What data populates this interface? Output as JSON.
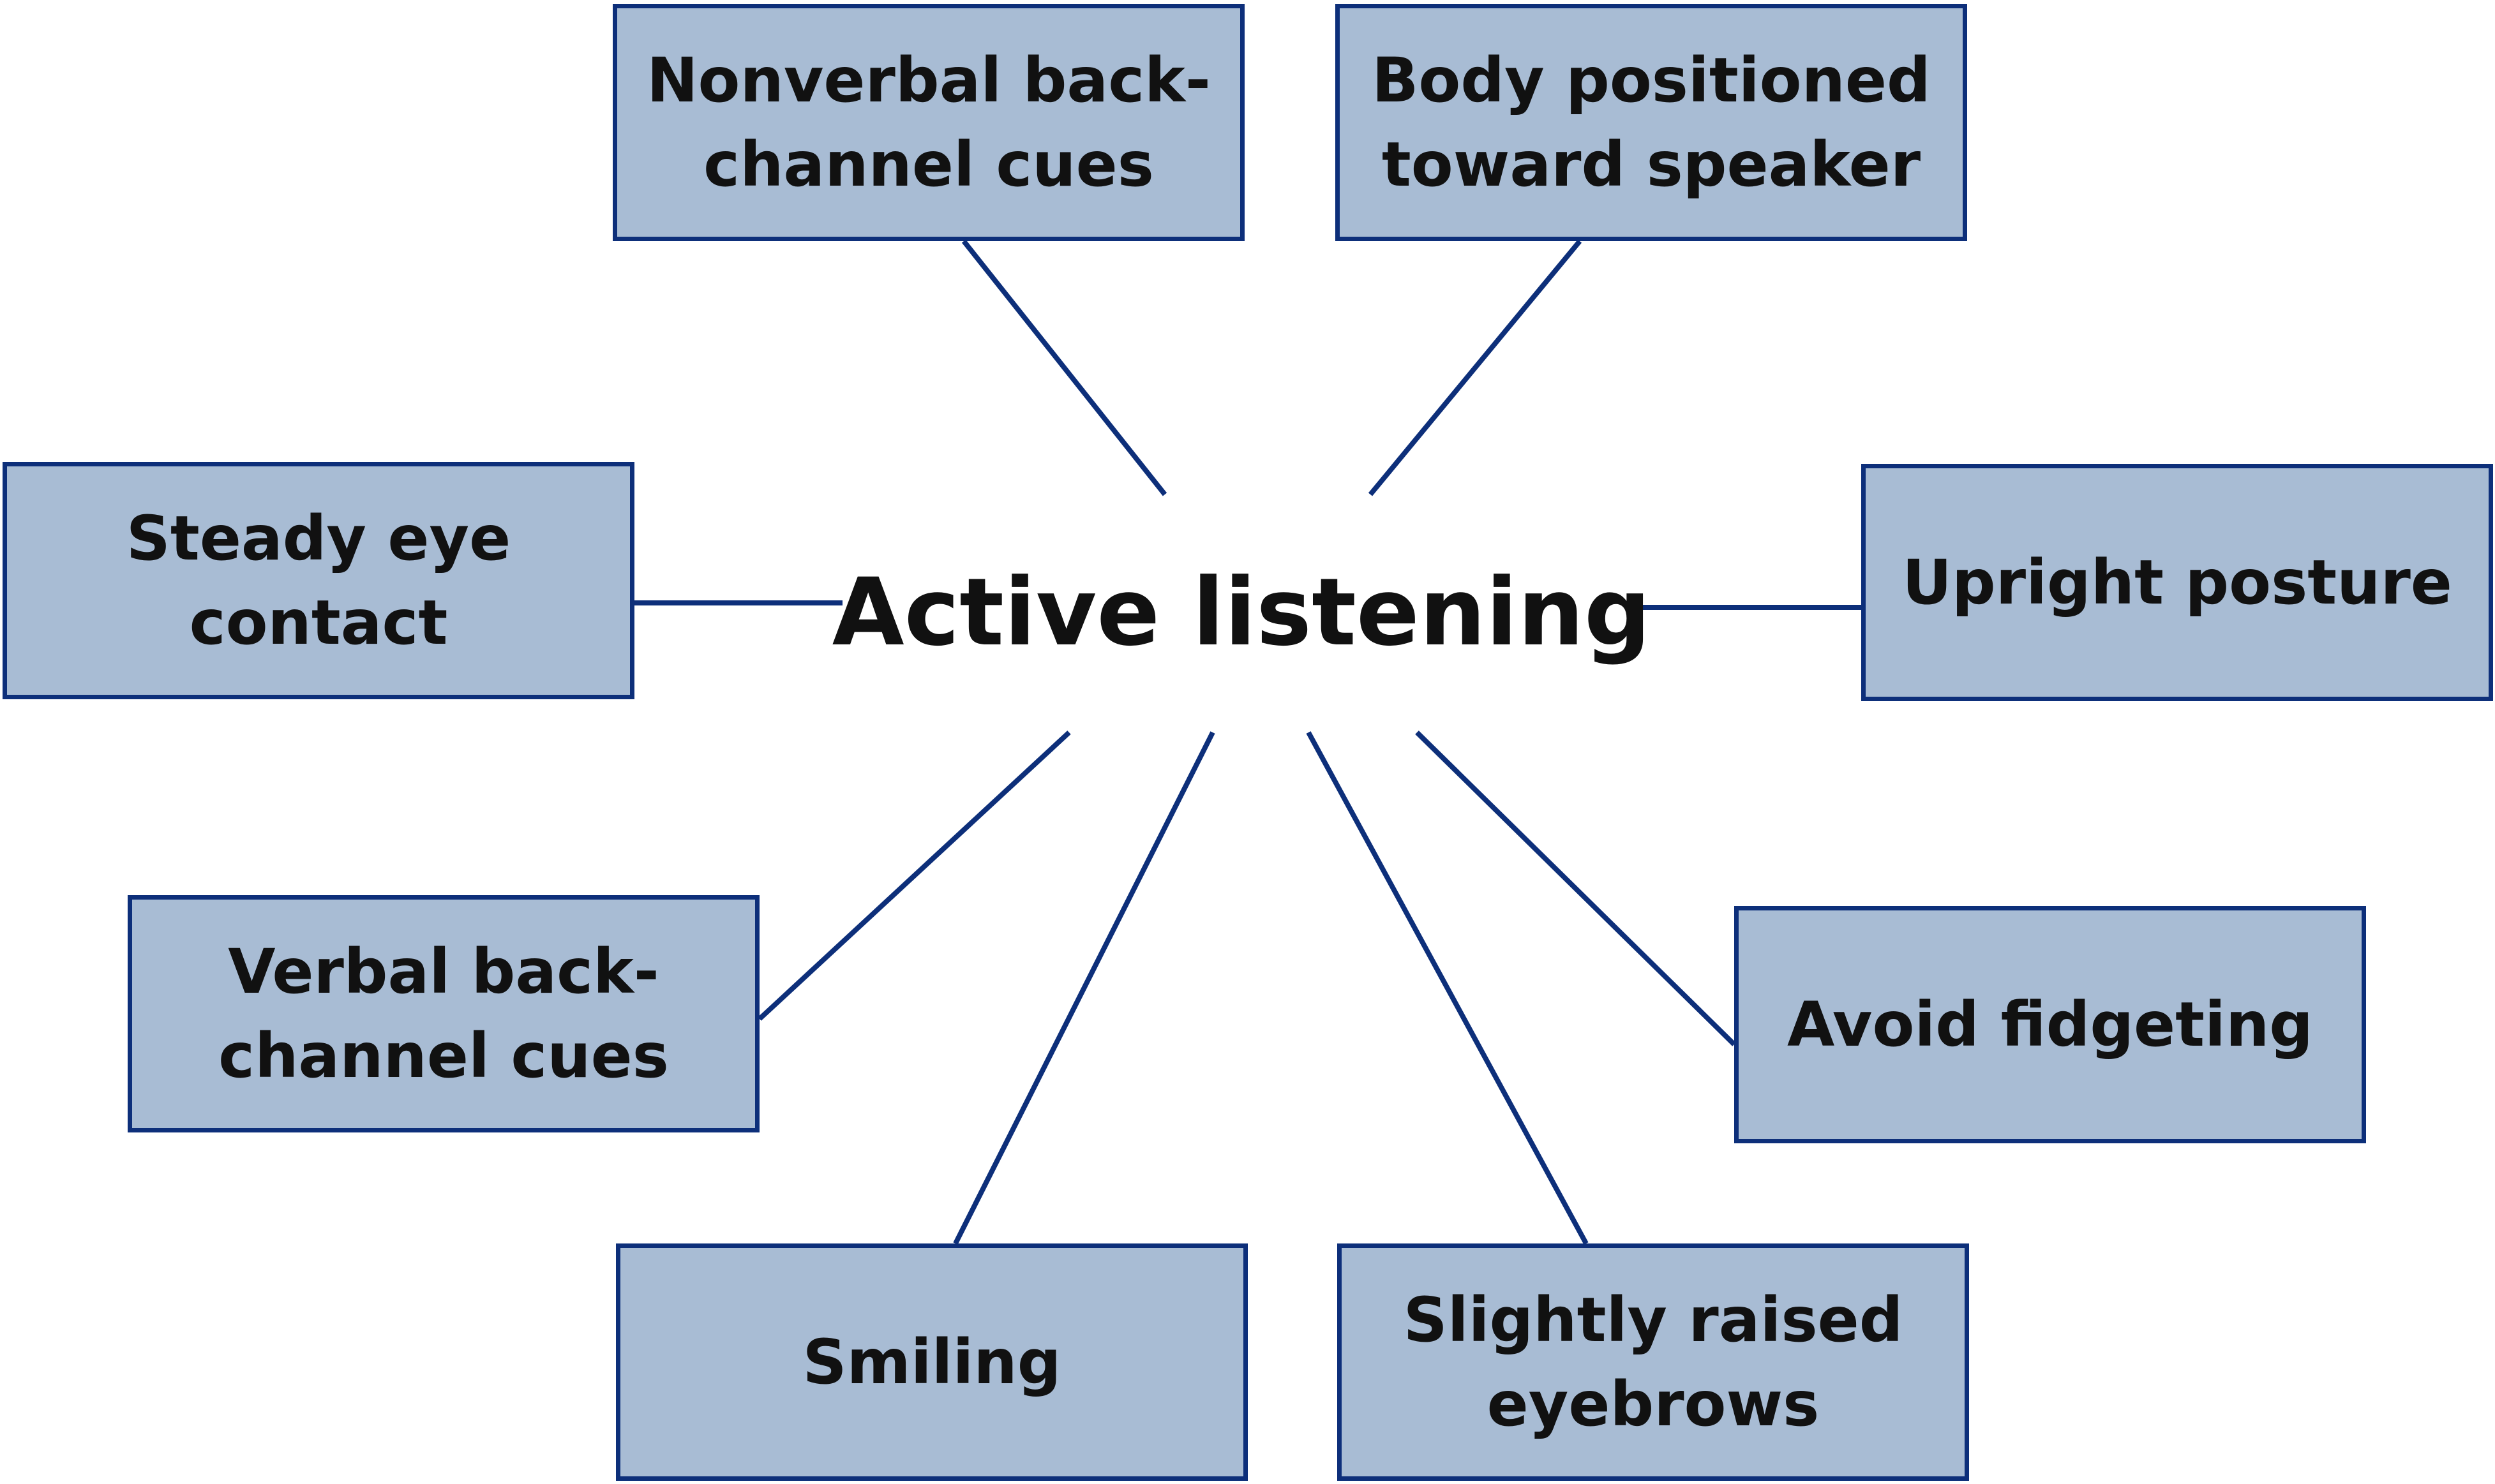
{
  "diagram": {
    "center": "Active listening",
    "nodes": [
      {
        "id": "nonverbal",
        "label": "Nonverbal back-channel cues"
      },
      {
        "id": "body",
        "label": "Body positioned toward speaker"
      },
      {
        "id": "eye",
        "label": "Steady eye contact"
      },
      {
        "id": "upright",
        "label": "Upright posture"
      },
      {
        "id": "verbal",
        "label": "Verbal back-channel cues"
      },
      {
        "id": "fidget",
        "label": "Avoid fidgeting"
      },
      {
        "id": "smiling",
        "label": "Smiling"
      },
      {
        "id": "eyebrows",
        "label": "Slightly raised eyebrows"
      }
    ],
    "colors": {
      "box_fill": "#a8bcd4",
      "box_border": "#0d2f7a",
      "connector": "#0d2f7a",
      "text": "#111111"
    }
  }
}
